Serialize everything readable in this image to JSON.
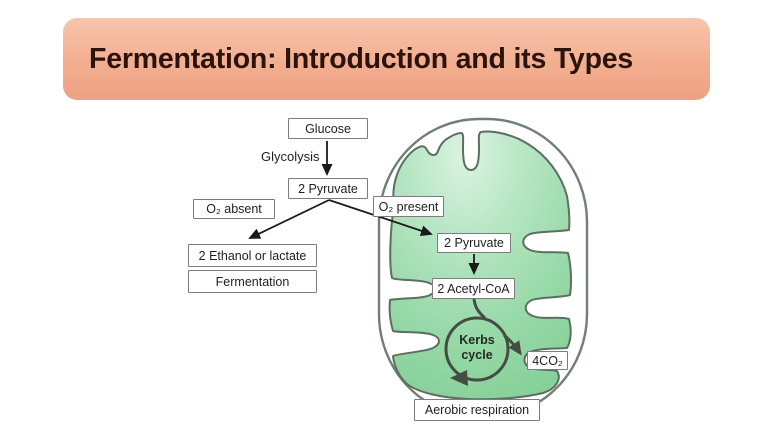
{
  "slide_title": "Fermentation: Introduction and its Types",
  "colors": {
    "banner_bg": "#f3ae90",
    "banner_bg_light": "#f8c5ae",
    "banner_text": "#2b140e",
    "matrix_green": "#92d6a3",
    "matrix_green_light": "#d8f1de",
    "matrix_outline": "#5c6f60",
    "membrane_outline": "#6f8073",
    "box_border": "#7d7d7d",
    "box_text": "#1f1f1f",
    "arrow_black": "#1a1a1a",
    "cycle_stroke": "#454c44"
  },
  "nodes": {
    "glucose": "Glucose",
    "glycolysis_label": "Glycolysis",
    "pyruvate_left": "2 Pyruvate",
    "o2_absent": "O₂ absent",
    "ethanol_lactate": "2 Ethanol or lactate",
    "fermentation": "Fermentation",
    "o2_present": "O₂ present",
    "pyruvate_right": "2 Pyruvate",
    "acetyl_coa": "2 Acetyl-CoA",
    "krebs_cycle": "Kerbs\ncycle",
    "co2": "4CO₂",
    "aerobic_respiration": "Aerobic respiration"
  }
}
